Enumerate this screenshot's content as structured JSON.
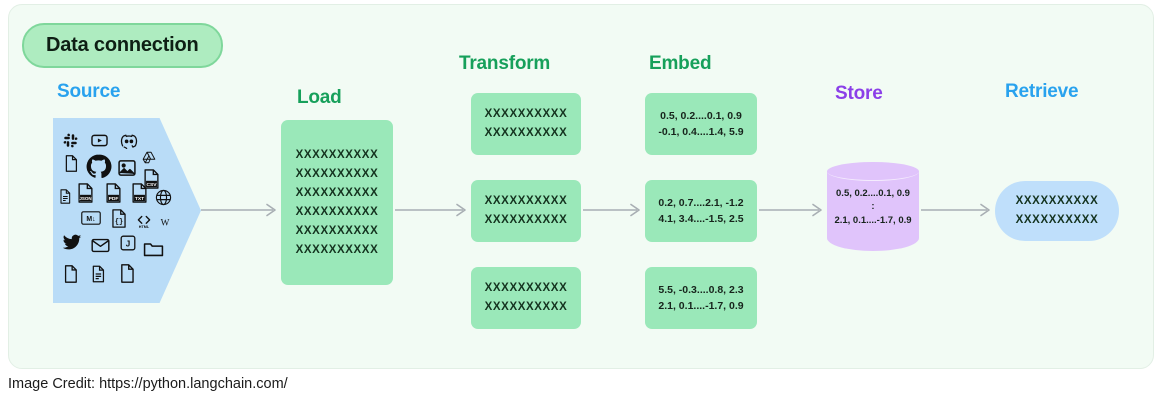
{
  "badge": {
    "label": "Data connection"
  },
  "stages": {
    "source": {
      "title": "Source",
      "color": "#29a2ee"
    },
    "load": {
      "title": "Load",
      "color": "#17a05b"
    },
    "transform": {
      "title": "Transform",
      "color": "#17a05b"
    },
    "embed": {
      "title": "Embed",
      "color": "#17a05b"
    },
    "store": {
      "title": "Store",
      "color": "#8b3fe8"
    },
    "retrieve": {
      "title": "Retrieve",
      "color": "#29a2ee"
    }
  },
  "source": {
    "icons": [
      "slack-icon",
      "youtube-icon",
      "discord-icon",
      "file-icon",
      "github-icon",
      "image-icon",
      "google-drive-icon",
      "csv-file-icon",
      "document-icon",
      "json-file-icon",
      "pdf-file-icon",
      "txt-file-icon",
      "web-globe-icon",
      "markdown-icon",
      "code-file-icon",
      "html-icon",
      "wikipedia-icon",
      "twitter-icon",
      "email-icon",
      "javascript-icon",
      "folder-icon",
      "blank-file-icon",
      "text-file-icon",
      "page-file-icon"
    ]
  },
  "load": {
    "lines": [
      "XXXXXXXXXX",
      "XXXXXXXXXX",
      "XXXXXXXXXX",
      "XXXXXXXXXX",
      "XXXXXXXXXX",
      "XXXXXXXXXX"
    ]
  },
  "transform": {
    "boxes": [
      {
        "lines": [
          "XXXXXXXXXX",
          "XXXXXXXXXX"
        ]
      },
      {
        "lines": [
          "XXXXXXXXXX",
          "XXXXXXXXXX"
        ]
      },
      {
        "lines": [
          "XXXXXXXXXX",
          "XXXXXXXXXX"
        ]
      }
    ]
  },
  "embed": {
    "boxes": [
      {
        "lines": [
          "0.5, 0.2....0.1, 0.9",
          "-0.1, 0.4....1.4, 5.9"
        ]
      },
      {
        "lines": [
          "0.2, 0.7....2.1, -1.2",
          "4.1, 3.4....-1.5, 2.5"
        ]
      },
      {
        "lines": [
          "5.5, -0.3....0.8, 2.3",
          "2.1, 0.1....-1.7, 0.9"
        ]
      }
    ]
  },
  "store": {
    "line_top": "0.5, 0.2....0.1, 0.9",
    "separator": ":",
    "line_bottom": "2.1, 0.1....-1.7, 0.9"
  },
  "retrieve": {
    "lines": [
      "XXXXXXXXXX",
      "XXXXXXXXXX"
    ]
  },
  "colors": {
    "canvas_bg": "#f2fbf4",
    "badge_bg": "#aeecc0",
    "badge_border": "#7fd79b",
    "green_node": "#9ae8b9",
    "source_blue": "#b9dcf7",
    "retrieve_blue": "#bfdffb",
    "store_purple": "#e0c4fb",
    "arrow_gray": "#a8aeb3"
  },
  "caption": {
    "text": "Image Credit: https://python.langchain.com/"
  }
}
